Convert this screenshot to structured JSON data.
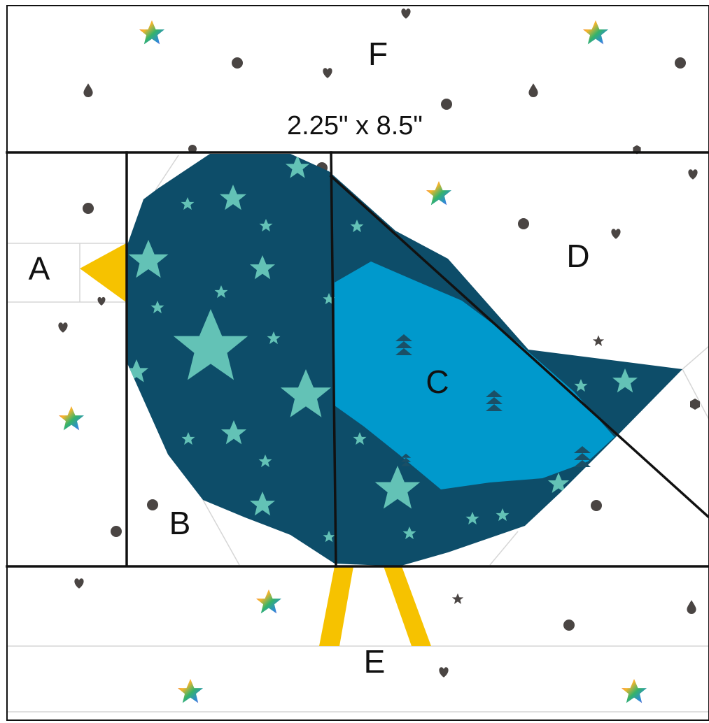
{
  "pattern": {
    "sections": {
      "A": "A",
      "B": "B",
      "C": "C",
      "D": "D",
      "E": "E",
      "F": "F"
    },
    "dimension_label": "2.25\" x 8.5\""
  },
  "colors": {
    "background": "#ffffff",
    "seam_line": "#111111",
    "body_navy": "#0d4d69",
    "wing_blue": "#0099cc",
    "star_teal": "#63c2b6",
    "beak_yellow": "#f6c200",
    "leg_yellow": "#f6c200",
    "dot_gray": "#4a4543",
    "tree_navy": "#1a4f66"
  },
  "icons": {
    "rainbow_star": "rainbow-star-icon",
    "dot": "dot-icon",
    "heart": "heart-icon",
    "teardrop": "teardrop-icon",
    "hexagon": "hexagon-icon",
    "small_star": "star-icon",
    "tree": "tree-icon"
  }
}
